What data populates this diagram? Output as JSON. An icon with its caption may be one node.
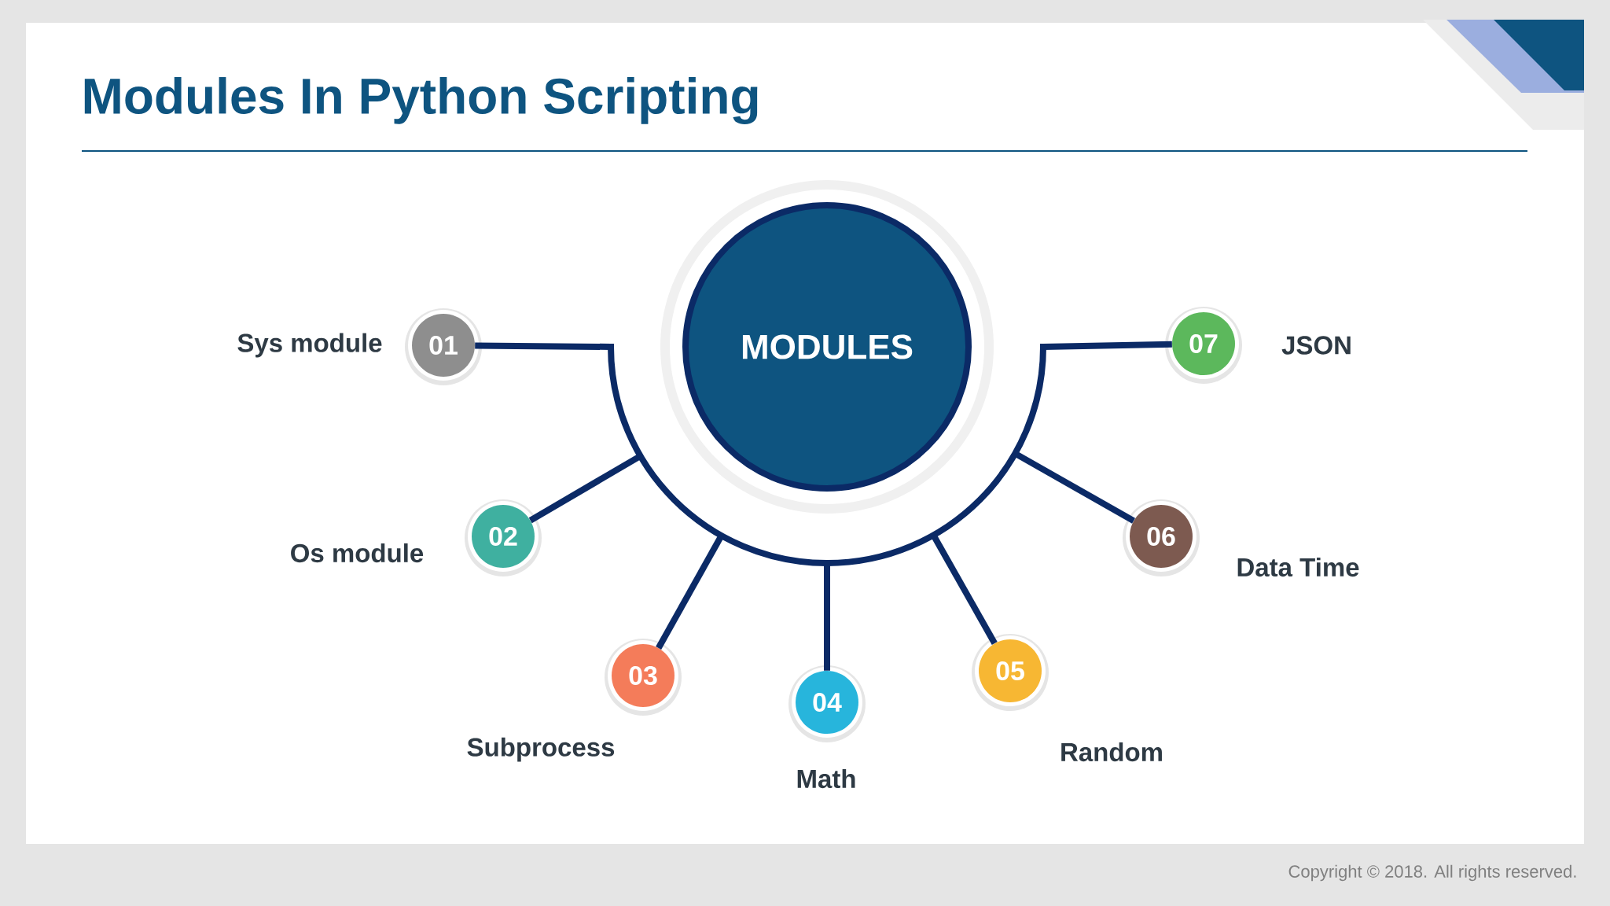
{
  "diagram": {
    "title": "Modules In Python Scripting",
    "nodes": [
      {
        "text": [
          "MODULES"
        ]
      },
      {
        "text": [
          "01"
        ],
        "beside": [
          "Sys module"
        ]
      },
      {
        "text": [
          "02"
        ],
        "beside": [
          "Os module"
        ]
      },
      {
        "text": [
          "03"
        ],
        "beside": [
          "Subprocess"
        ]
      },
      {
        "text": [
          "04"
        ],
        "beside": [
          "Math"
        ]
      },
      {
        "text": [
          "05"
        ],
        "beside": [
          "Random"
        ]
      },
      {
        "text": [
          "06"
        ],
        "beside": [
          "Data Time"
        ]
      },
      {
        "text": [
          "07"
        ],
        "beside": [
          "JSON"
        ]
      }
    ],
    "edges": [
      {
        "from": 0,
        "to": 1,
        "arrow": "none"
      },
      {
        "from": 0,
        "to": 2,
        "arrow": "none"
      },
      {
        "from": 0,
        "to": 3,
        "arrow": "none"
      },
      {
        "from": 0,
        "to": 4,
        "arrow": "none"
      },
      {
        "from": 0,
        "to": 5,
        "arrow": "none"
      },
      {
        "from": 0,
        "to": 6,
        "arrow": "none"
      },
      {
        "from": 0,
        "to": 7,
        "arrow": "none"
      }
    ],
    "labels": [
      "Copyright © 2018. All rights reserved."
    ]
  }
}
